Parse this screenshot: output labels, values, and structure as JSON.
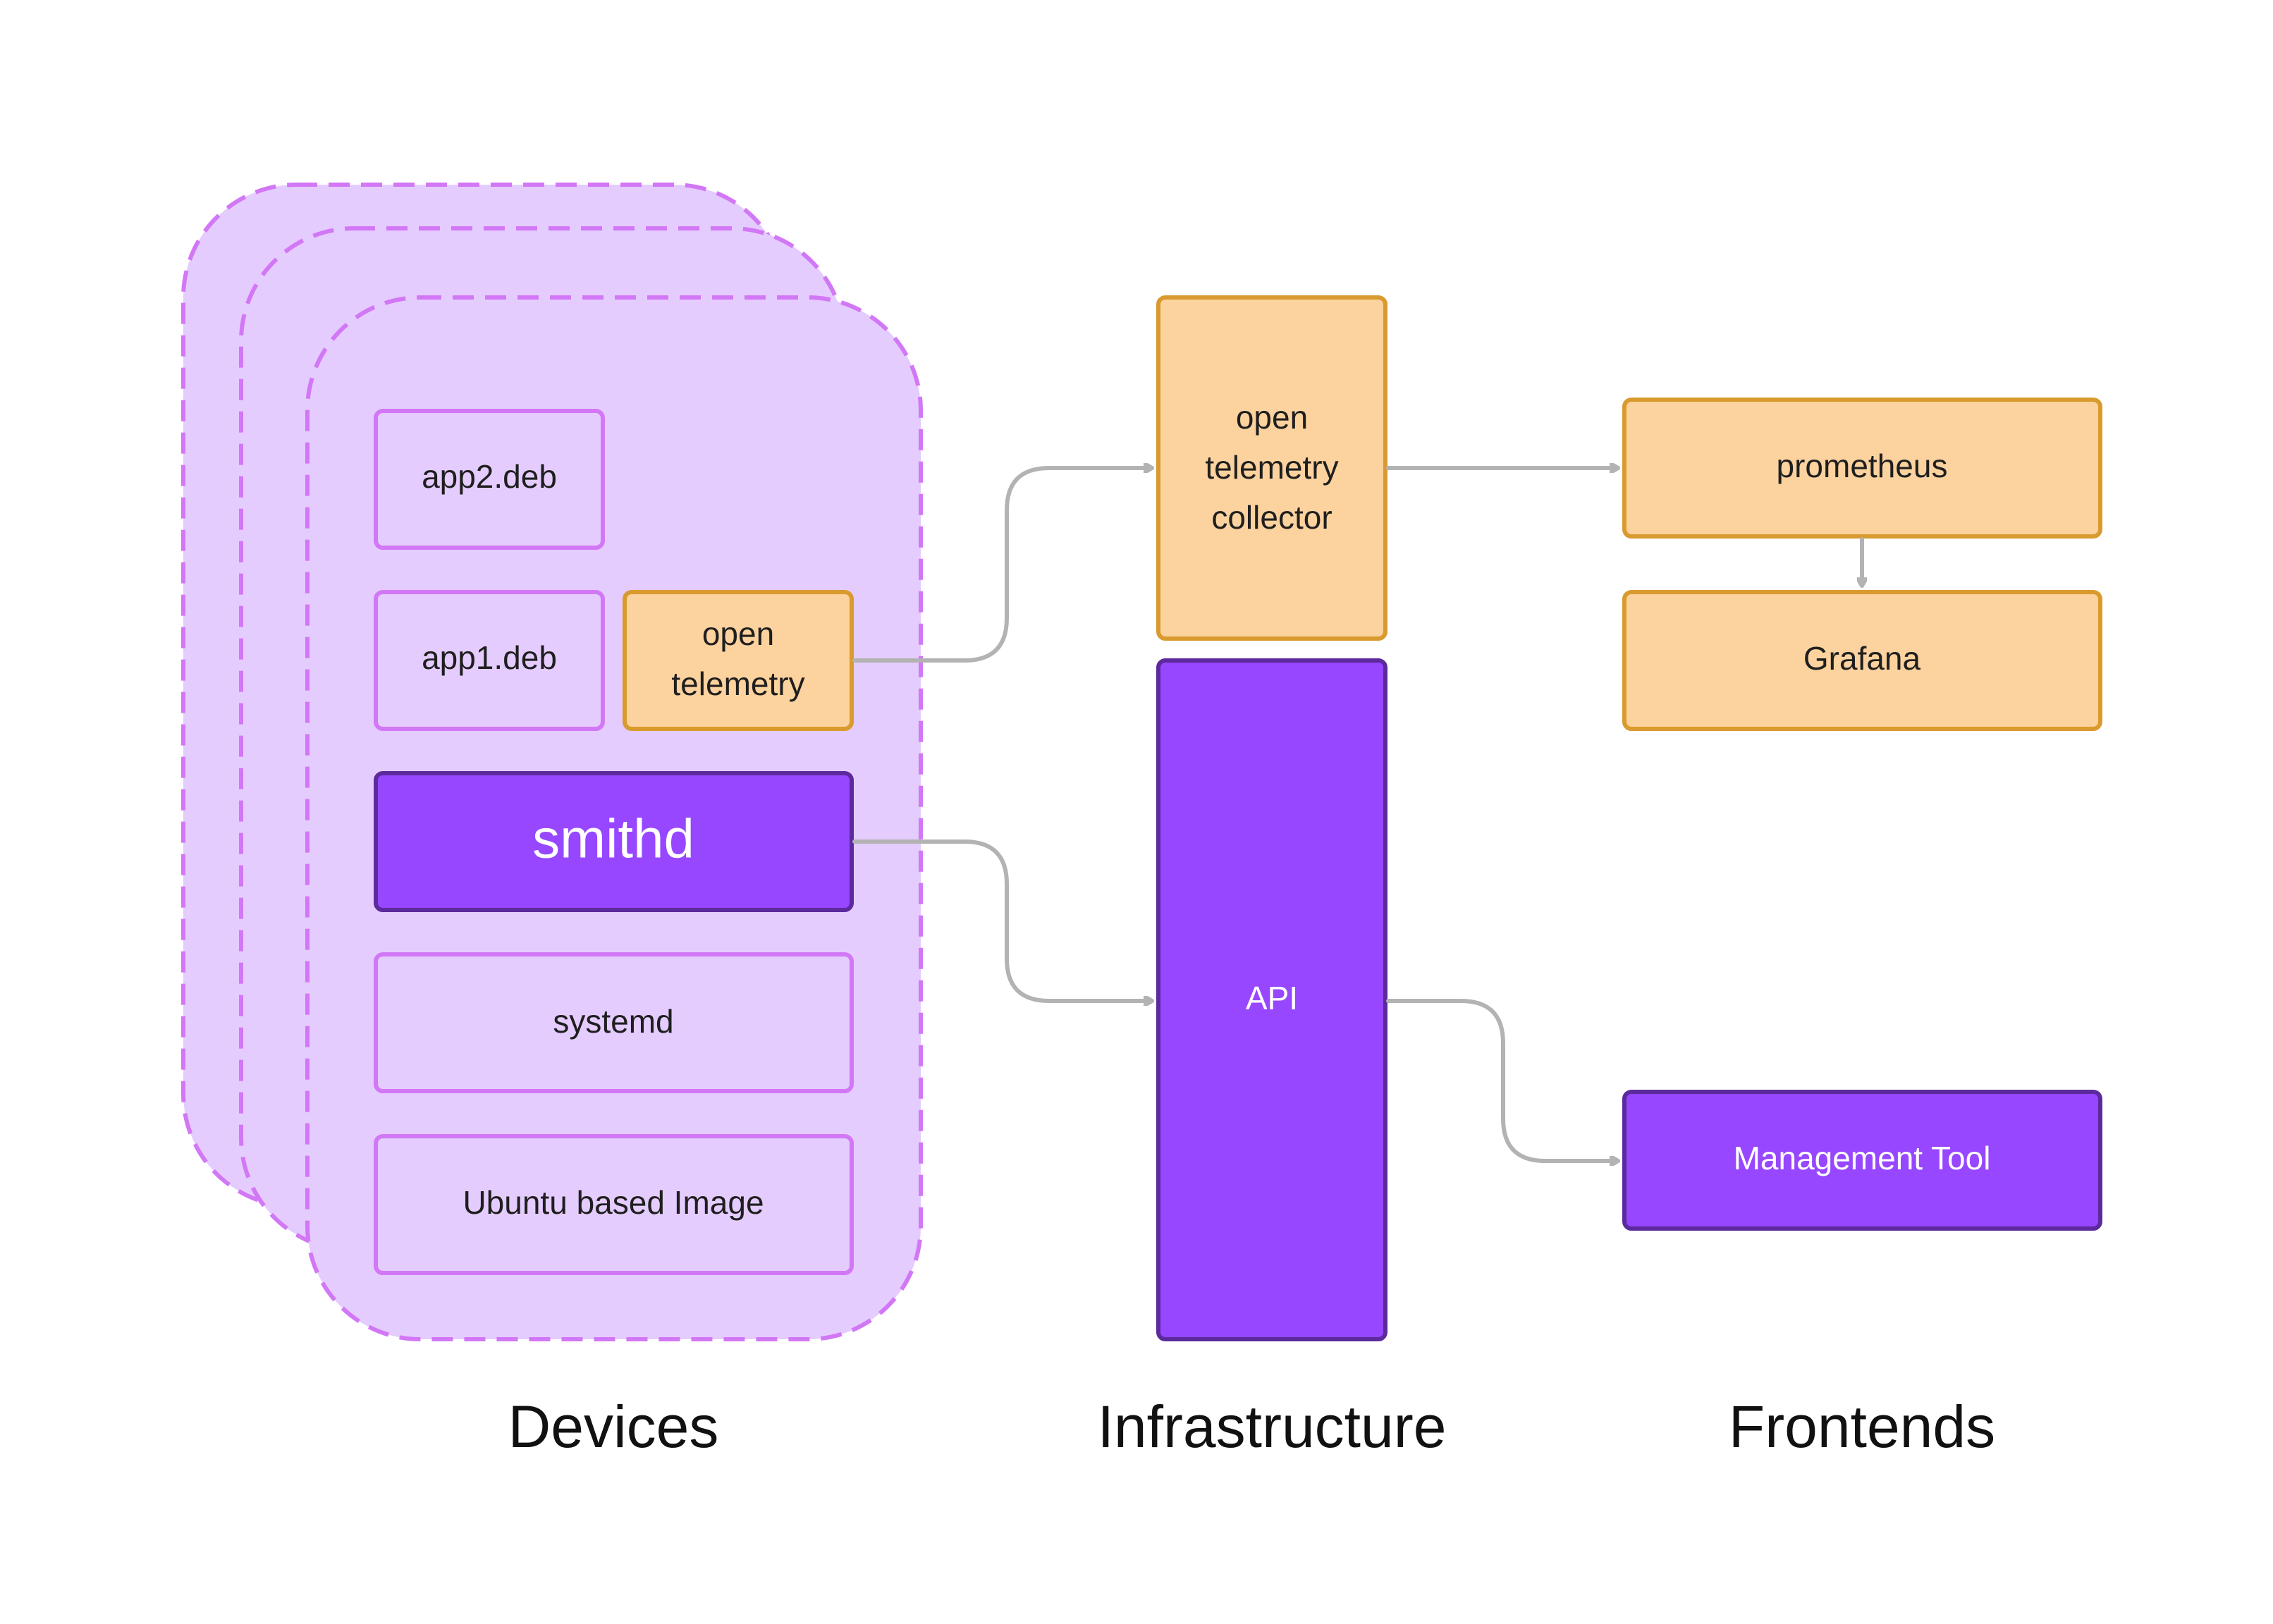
{
  "colors": {
    "device_fill": "#e5ccff",
    "device_stroke": "#d277f5",
    "orange_fill": "#fcd29e",
    "orange_stroke": "#d99a2e",
    "purple_fill": "#9747ff",
    "purple_stroke": "#5c2a9d",
    "connector": "#b3b3b3"
  },
  "devices": {
    "app2": "app2.deb",
    "app1": "app1.deb",
    "otel": [
      "open",
      "telemetry"
    ],
    "smithd": "smithd",
    "systemd": "systemd",
    "ubuntu": "Ubuntu based Image"
  },
  "infrastructure": {
    "collector": [
      "open",
      "telemetry",
      "collector"
    ],
    "api": "API"
  },
  "frontends": {
    "prometheus": "prometheus",
    "grafana": "Grafana",
    "management": "Management Tool"
  },
  "section_labels": {
    "devices": "Devices",
    "infrastructure": "Infrastructure",
    "frontends": "Frontends"
  }
}
